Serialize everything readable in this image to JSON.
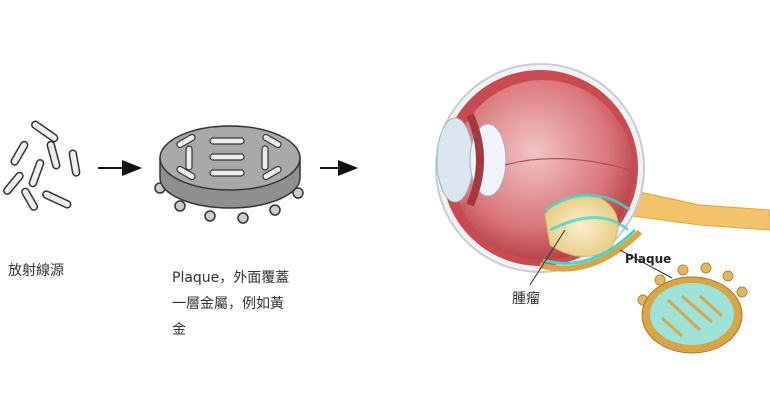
{
  "labels": {
    "source": "放射線源",
    "plaque_desc_line1": "Plaque，外面覆蓋",
    "plaque_desc_line2": "一層金屬，例如黃",
    "plaque_desc_line3": "金",
    "tumor": "腫瘤",
    "plaque": "Plaque"
  },
  "colors": {
    "plaque_gray": "#a9a9a9",
    "eye_red": "#d9666a",
    "tumor_yellow": "#f1e0b0",
    "radiation_cyan": "#49d3c8",
    "gold": "#d9a548"
  }
}
